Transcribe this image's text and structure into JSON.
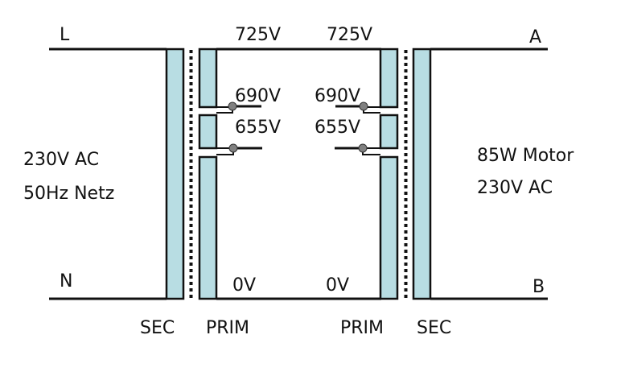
{
  "title": "Spartransformator-Schaltung",
  "colors": {
    "coil_fill": "#b8dde3",
    "wire": "#111111",
    "tap_dot": "#808080",
    "background": "#ffffff"
  },
  "source": {
    "terminal_top": "L",
    "terminal_bottom": "N",
    "line1": "230V AC",
    "line2": "50Hz Netz"
  },
  "load": {
    "terminal_top": "A",
    "terminal_bottom": "B",
    "line1": "85W Motor",
    "line2": "230V AC"
  },
  "transformer_left": {
    "secondary_label": "SEC",
    "primary_label": "PRIM",
    "taps": [
      "725V",
      "690V",
      "655V",
      "0V"
    ]
  },
  "transformer_right": {
    "primary_label": "PRIM",
    "secondary_label": "SEC",
    "taps": [
      "725V",
      "690V",
      "655V",
      "0V"
    ]
  }
}
